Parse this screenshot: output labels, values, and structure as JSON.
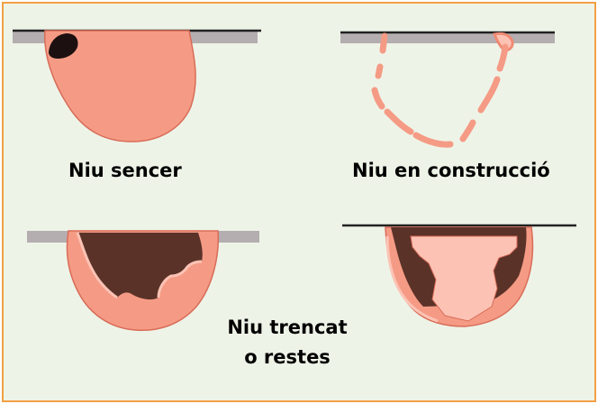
{
  "labels": {
    "whole": "Niu sencer",
    "under_construction": "Niu en construcció",
    "broken_line1": "Niu trencat",
    "broken_line2": "o restes"
  },
  "colors": {
    "frame": "#f2a044",
    "background": "#eef3e7",
    "nest": "#f59b85",
    "nest_light": "#fcc3b5",
    "dark": "#5a3228",
    "ledge": "#b4aeb0"
  }
}
